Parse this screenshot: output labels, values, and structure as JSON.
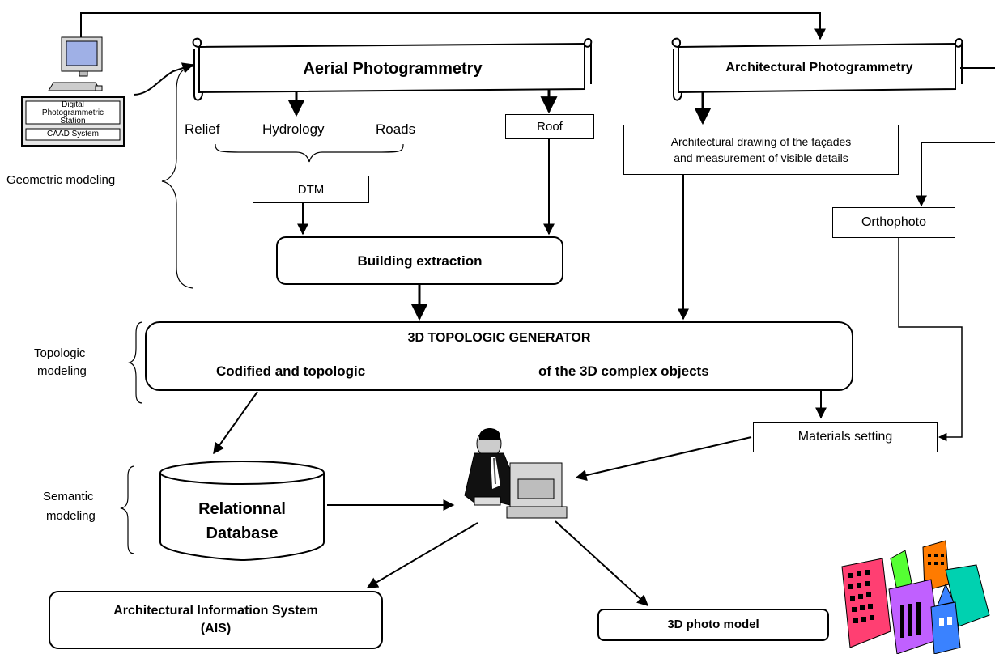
{
  "workstation": {
    "station_line1": "Digital",
    "station_line2": "Photogrammetric",
    "station_line3": "Station",
    "caad": "CAAD System"
  },
  "aerial": {
    "title": "Aerial Photogrammetry",
    "relief": "Relief",
    "hydrology": "Hydrology",
    "roads": "Roads",
    "roof": "Roof",
    "dtm": "DTM",
    "building_extraction": "Building extraction"
  },
  "architectural": {
    "title": "Architectural Photogrammetry",
    "drawing_line1": "Architectural drawing of the façades",
    "drawing_line2": "and measurement of visible details",
    "orthophoto": "Orthophoto",
    "materials": "Materials setting"
  },
  "generator": {
    "title": "3D TOPOLOGIC GENERATOR",
    "left": "Codified and topologic",
    "right": "of the 3D complex objects"
  },
  "side_labels": {
    "geometric": "Geometric modeling",
    "topologic_1": "Topologic",
    "topologic_2": "modeling",
    "semantic_1": "Semantic",
    "semantic_2": "modeling"
  },
  "database": {
    "line1": "Relationnal",
    "line2": "Database"
  },
  "outputs": {
    "ais_line1": "Architectural Information System",
    "ais_line2": "(AIS)",
    "photo_model": "3D photo model"
  }
}
